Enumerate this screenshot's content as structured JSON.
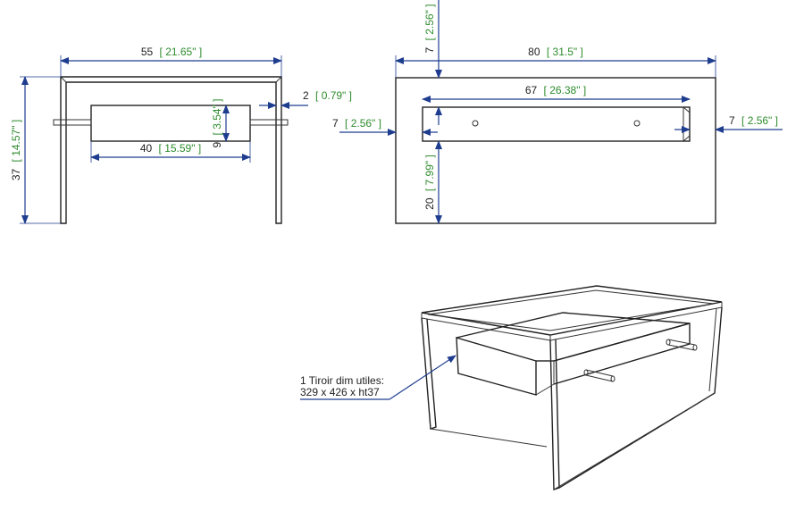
{
  "colors": {
    "dim_line": "#1f3d8f",
    "metric_text": "#222222",
    "imperial_text": "#2e8b2e",
    "outline": "#222222"
  },
  "front_view": {
    "width": {
      "metric": "55",
      "imperial": "[ 21.65\" ]"
    },
    "height": {
      "metric": "37",
      "imperial": "[ 14.57\" ]"
    },
    "panel_thickness": {
      "metric": "2",
      "imperial": "[ 0.79\" ]"
    },
    "drawer_height": {
      "metric": "9",
      "imperial": "[ 3.54\" ]"
    },
    "drawer_width": {
      "metric": "40",
      "imperial": "[ 15.59\" ]"
    }
  },
  "top_view": {
    "top_offset": {
      "metric": "7",
      "imperial": "[ 2.56\" ]"
    },
    "width": {
      "metric": "80",
      "imperial": "[ 31.5\" ]"
    },
    "drawer_width": {
      "metric": "67",
      "imperial": "[ 26.38\" ]"
    },
    "left_offset": {
      "metric": "7",
      "imperial": "[ 2.56\" ]"
    },
    "right_offset": {
      "metric": "7",
      "imperial": "[ 2.56\" ]"
    },
    "bottom_offset": {
      "metric": "20",
      "imperial": "[ 7.99\" ]"
    }
  },
  "iso_view": {
    "note_line1": "1 Tiroir dim utiles:",
    "note_line2": "329 x 426 x ht37"
  }
}
